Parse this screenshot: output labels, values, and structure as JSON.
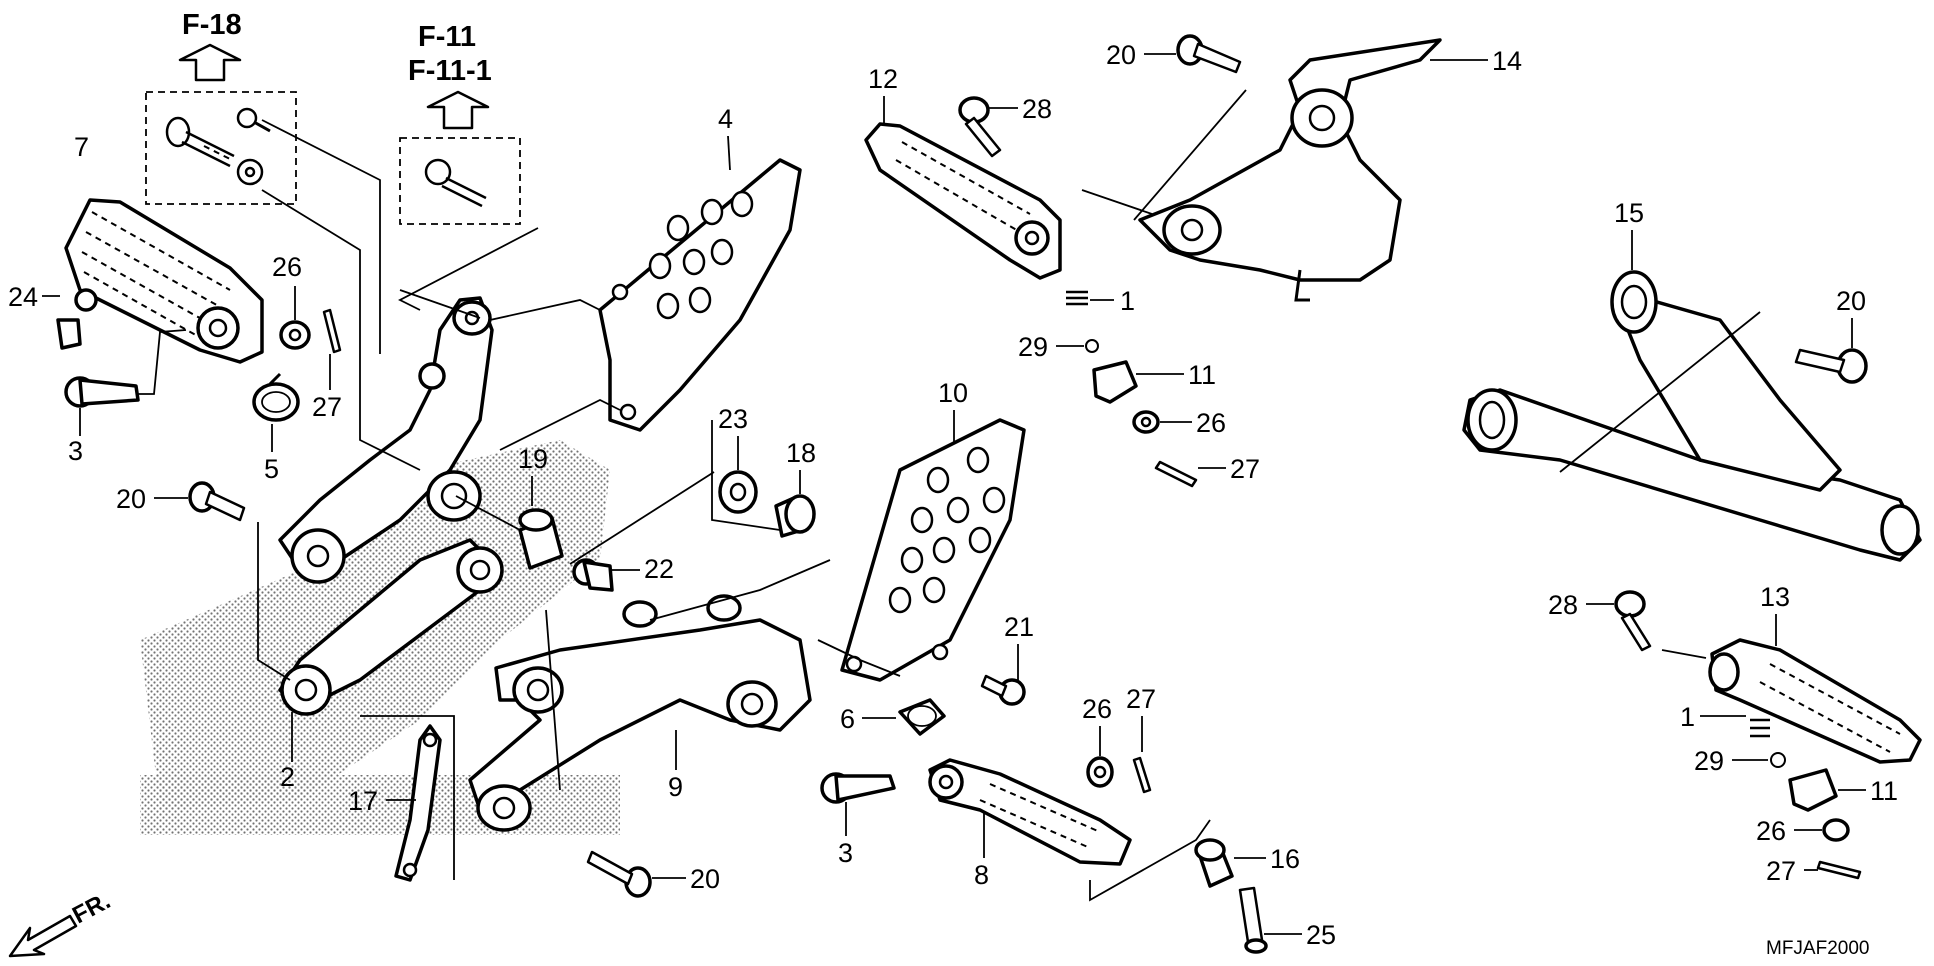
{
  "diagram": {
    "code": "MFJAF2000",
    "front_label": "FR.",
    "references": [
      {
        "id": "ref-f18",
        "lines": [
          "F-18"
        ]
      },
      {
        "id": "ref-f11",
        "lines": [
          "F-11",
          "F-11-1"
        ]
      }
    ],
    "callouts": {
      "c1a": "1",
      "c1b": "1",
      "c2": "2",
      "c3a": "3",
      "c3b": "3",
      "c4": "4",
      "c5": "5",
      "c6": "6",
      "c7": "7",
      "c8": "8",
      "c9": "9",
      "c10": "10",
      "c11a": "11",
      "c11b": "11",
      "c12": "12",
      "c13": "13",
      "c14": "14",
      "c15": "15",
      "c16": "16",
      "c17": "17",
      "c18": "18",
      "c19": "19",
      "c20a": "20",
      "c20b": "20",
      "c20c": "20",
      "c20d": "20",
      "c21": "21",
      "c22": "22",
      "c23": "23",
      "c24": "24",
      "c25": "25",
      "c26a": "26",
      "c26b": "26",
      "c26c": "26",
      "c26d": "26",
      "c27a": "27",
      "c27b": "27",
      "c27c": "27",
      "c27d": "27",
      "c28a": "28",
      "c28b": "28",
      "c29a": "29",
      "c29b": "29"
    }
  }
}
